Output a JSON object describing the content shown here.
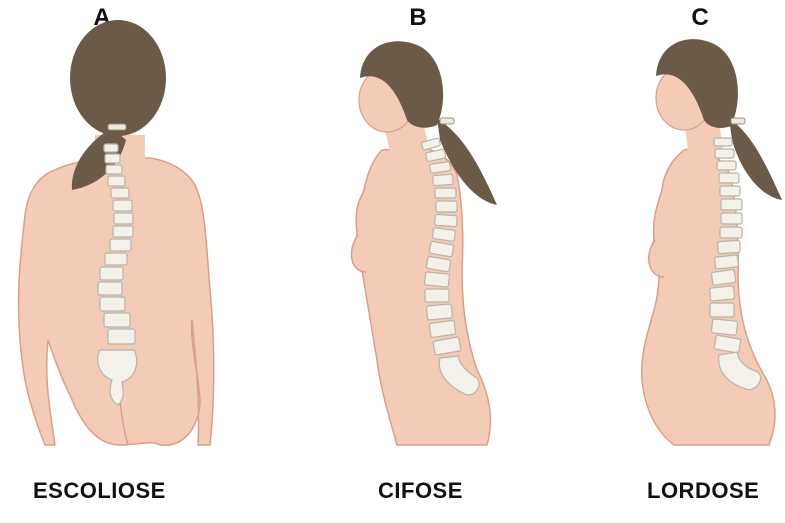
{
  "figures": [
    {
      "letter": "A",
      "caption": "ESCOLIOSE"
    },
    {
      "letter": "B",
      "caption": "CIFOSE"
    },
    {
      "letter": "C",
      "caption": "LORDOSE"
    }
  ],
  "colors": {
    "skin": "#f3cbb6",
    "skin_shadow": "#e2a98f",
    "hair": "#6b5a48",
    "vertebra": "#f4f1ea",
    "vertebra_edge": "#b9b3a8",
    "text": "#111111"
  }
}
